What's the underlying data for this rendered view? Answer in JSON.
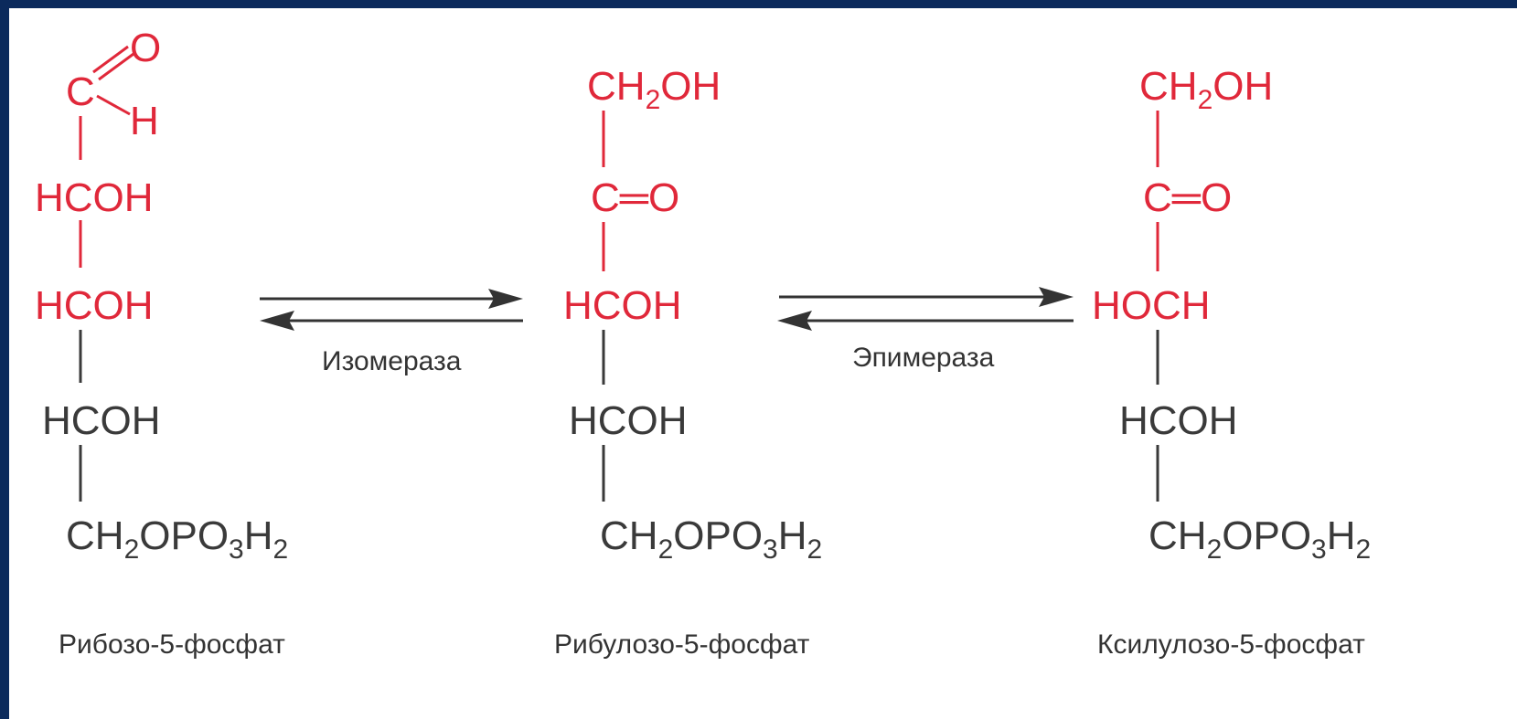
{
  "compounds": [
    {
      "name": "Рибозо-5-фосфат",
      "c1_carbon": "C",
      "c1_oxygen": "O",
      "c1_hydrogen": "H",
      "c2": "HCOH",
      "c3": "HCOH",
      "c4": "HCOH",
      "c5_prefix": "CH",
      "c5_sub1": "2",
      "c5_mid": "OPO",
      "c5_sub2": "3",
      "c5_h": "H",
      "c5_sub3": "2"
    },
    {
      "name": "Рибулозо-5-фосфат",
      "c1_prefix": "CH",
      "c1_sub": "2",
      "c1_suffix": "OH",
      "c2": "C═O",
      "c3": "HCOH",
      "c4": "HCOH",
      "c5_prefix": "CH",
      "c5_sub1": "2",
      "c5_mid": "OPO",
      "c5_sub2": "3",
      "c5_h": "H",
      "c5_sub3": "2"
    },
    {
      "name": "Ксилулозо-5-фосфат",
      "c1_prefix": "CH",
      "c1_sub": "2",
      "c1_suffix": "OH",
      "c2": "C═O",
      "c3": "HOCH",
      "c4": "HCOH",
      "c5_prefix": "CH",
      "c5_sub1": "2",
      "c5_mid": "OPO",
      "c5_sub2": "3",
      "c5_h": "H",
      "c5_sub3": "2"
    }
  ],
  "reactions": [
    {
      "enzyme": "Изомераза"
    },
    {
      "enzyme": "Эпимераза"
    }
  ],
  "colors": {
    "background_frame": "#0b2a5c",
    "highlight": "#e0283a",
    "text": "#3a3a3a"
  }
}
